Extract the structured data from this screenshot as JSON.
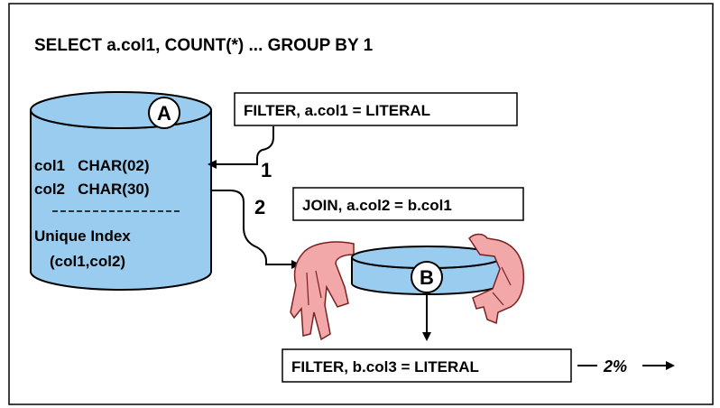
{
  "title": "SELECT a.col1, COUNT(*) ... GROUP BY 1",
  "table_a": {
    "badge": "A",
    "col1": "col1   CHAR(02)",
    "col2": "col2   CHAR(30)",
    "index_line1": "Unique Index",
    "index_line2": "(col1,col2)"
  },
  "table_b": {
    "badge": "B"
  },
  "filter_a": "FILTER, a.col1 = LITERAL",
  "join_box": "JOIN, a.col2 = b.col1",
  "filter_b": "FILTER, b.col3 = LITERAL",
  "step1": "1",
  "step2": "2",
  "percent": "2%",
  "colors": {
    "cylinder_fill": "#99ccee",
    "hand_fill": "#f2a8a8",
    "hand_stroke": "#7a2020",
    "border": "#000000"
  }
}
